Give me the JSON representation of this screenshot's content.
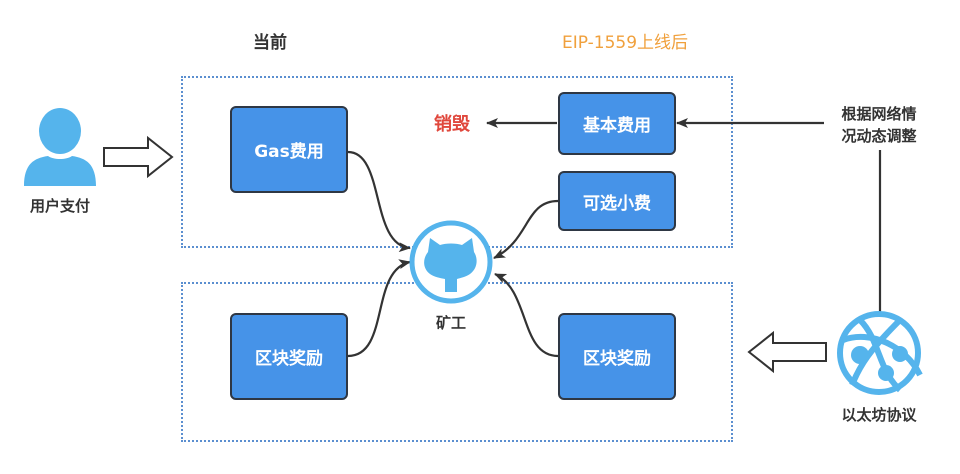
{
  "headings": {
    "current": "当前",
    "after": "EIP-1559上线后"
  },
  "colors": {
    "box_fill": "#4693e8",
    "icon_blue": "#55b4ec",
    "burn_red": "#e0483d",
    "heading_orange": "#f0a03c",
    "group_border": "#5b8fd0"
  },
  "nodes": {
    "user": {
      "label": "用户支付",
      "icon": "user-icon"
    },
    "gas_fee": {
      "label": "Gas费用"
    },
    "base_fee": {
      "label": "基本费用"
    },
    "tip": {
      "label": "可选小费"
    },
    "block_reward_current": {
      "label": "区块奖励"
    },
    "block_reward_after": {
      "label": "区块奖励"
    },
    "miner": {
      "label": "矿工",
      "icon": "github-octocat-icon"
    },
    "burn": {
      "label": "销毁"
    },
    "adjust_note": {
      "line1": "根据网络情",
      "line2": "况动态调整"
    },
    "protocol": {
      "label": "以太坊协议",
      "icon": "globe-network-icon"
    }
  },
  "edges": [
    {
      "from": "user",
      "to": "fee-group",
      "style": "hollow-arrow"
    },
    {
      "from": "gas_fee",
      "to": "miner",
      "style": "curved-arrow"
    },
    {
      "from": "tip",
      "to": "miner",
      "style": "curved-arrow"
    },
    {
      "from": "block_reward_current",
      "to": "miner",
      "style": "curved-arrow"
    },
    {
      "from": "block_reward_after",
      "to": "miner",
      "style": "curved-arrow"
    },
    {
      "from": "base_fee",
      "to": "burn",
      "style": "straight-arrow"
    },
    {
      "from": "adjust_note",
      "to": "base_fee",
      "style": "straight-arrow"
    },
    {
      "from": "protocol",
      "to": "adjust_note",
      "style": "line"
    },
    {
      "from": "protocol",
      "to": "reward-group",
      "style": "hollow-arrow"
    }
  ]
}
